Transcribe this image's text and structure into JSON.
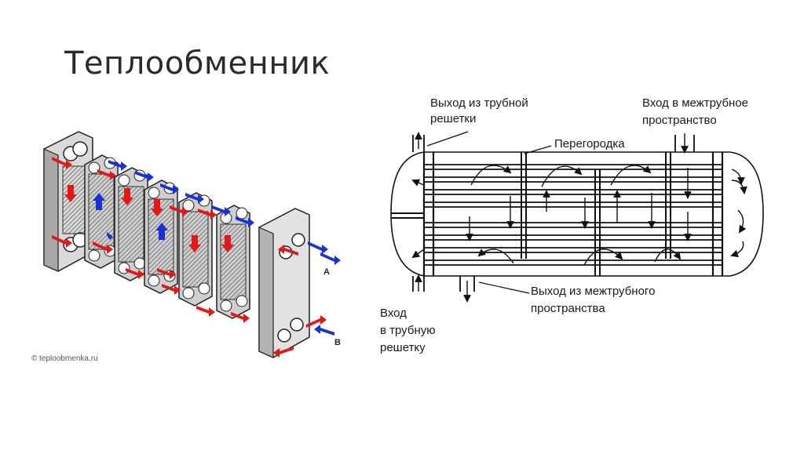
{
  "slide": {
    "title": "Теплообменник"
  },
  "plate_exchanger": {
    "credit": "© teploobmenka.ru",
    "port_a": "A",
    "port_b": "B",
    "colors": {
      "hot": "#e01818",
      "cold": "#1a2fd6"
    }
  },
  "shell_tube": {
    "labels": {
      "tube_outlet_1": "Выход из трубной",
      "tube_outlet_2": "решетки",
      "shell_inlet_1": "Вход в межтрубное",
      "shell_inlet_2": "пространство",
      "baffle": "Перегородка",
      "shell_outlet_1": "Выход из межтрубного",
      "shell_outlet_2": "пространства",
      "tube_inlet_1": "Вход",
      "tube_inlet_2": "в трубную",
      "tube_inlet_3": "решетку"
    }
  }
}
